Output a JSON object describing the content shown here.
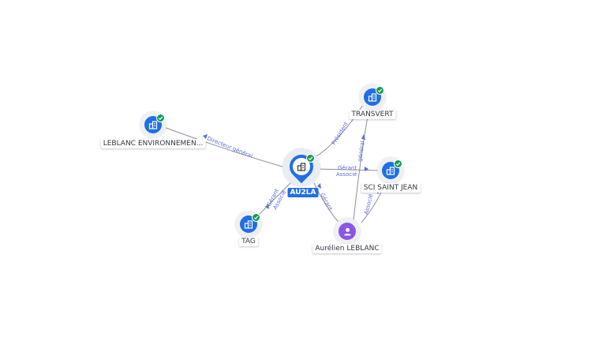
{
  "nodes": {
    "au2la": {
      "label": "AU2LA",
      "icon": "building-icon",
      "verified": true
    },
    "transvert": {
      "label": "TRANSVERT",
      "icon": "building-icon",
      "verified": true
    },
    "leblanc_env": {
      "label": "LEBLANC ENVIRONNEMEN...",
      "icon": "building-icon",
      "verified": true
    },
    "sci_saint_jean": {
      "label": "SCI SAINT JEAN",
      "icon": "building-icon",
      "verified": true
    },
    "tag": {
      "label": "TAG",
      "icon": "building-icon",
      "verified": true
    },
    "aurelien": {
      "label": "Aurélien LEBLANC",
      "icon": "person-icon",
      "verified": false
    }
  },
  "edges": {
    "au2la_leblanc_env": {
      "label": "Directeur général"
    },
    "au2la_transvert": {
      "label": "Président"
    },
    "au2la_sci": {
      "label1": "Gérant",
      "label2": "Associé"
    },
    "au2la_tag": {
      "label1": "Gérant",
      "label2": "Associé"
    },
    "aurelien_au2la": {
      "label": "Gérant"
    },
    "aurelien_transvert": {
      "label": "général"
    },
    "aurelien_sci": {
      "label": "Associé"
    }
  },
  "colors": {
    "company": "#1f6fe6",
    "person": "#8a56e8",
    "verified": "#149b52",
    "edge_label": "#5b6bd6",
    "edge": "#8a8f99"
  }
}
